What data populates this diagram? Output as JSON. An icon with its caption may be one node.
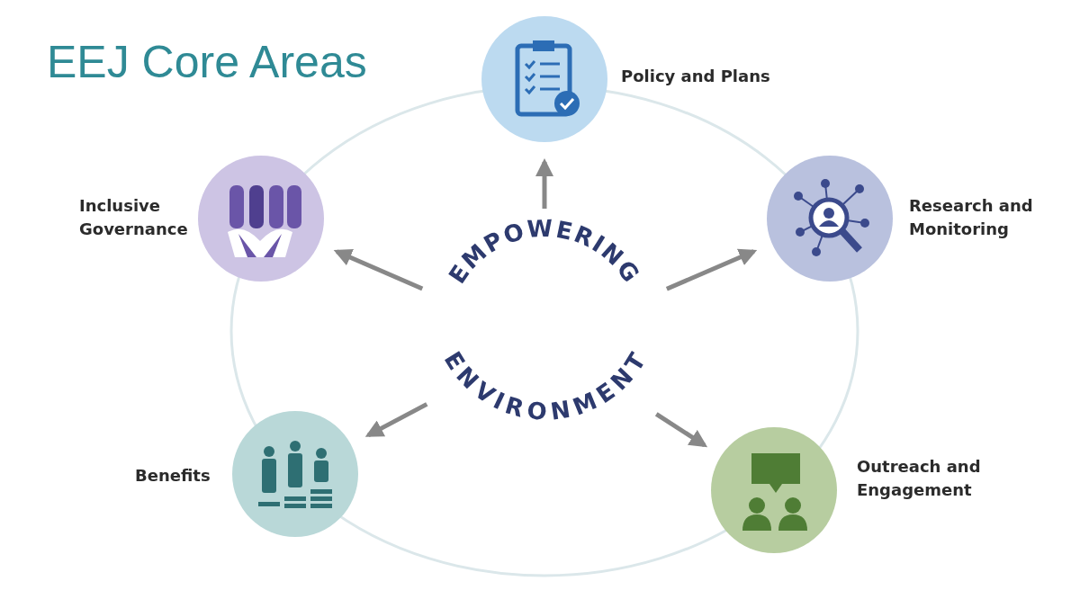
{
  "diagram": {
    "title": "EEJ Core Areas",
    "nodes": [
      {
        "text": [
          "EMPOWERING",
          "ENVIRONMENT"
        ]
      },
      {
        "text": [
          "Policy and Plans"
        ]
      },
      {
        "text": [
          "Research and Monitoring"
        ]
      },
      {
        "text": [
          "Outreach and Engagement"
        ]
      },
      {
        "text": [
          "Benefits"
        ]
      },
      {
        "text": [
          "Inclusive Governance"
        ]
      }
    ],
    "edges": [
      {
        "from": 0,
        "to": 1,
        "arrow": "to"
      },
      {
        "from": 0,
        "to": 2,
        "arrow": "to"
      },
      {
        "from": 0,
        "to": 3,
        "arrow": "to"
      },
      {
        "from": 0,
        "to": 4,
        "arrow": "to"
      },
      {
        "from": 0,
        "to": 5,
        "arrow": "to"
      }
    ]
  }
}
